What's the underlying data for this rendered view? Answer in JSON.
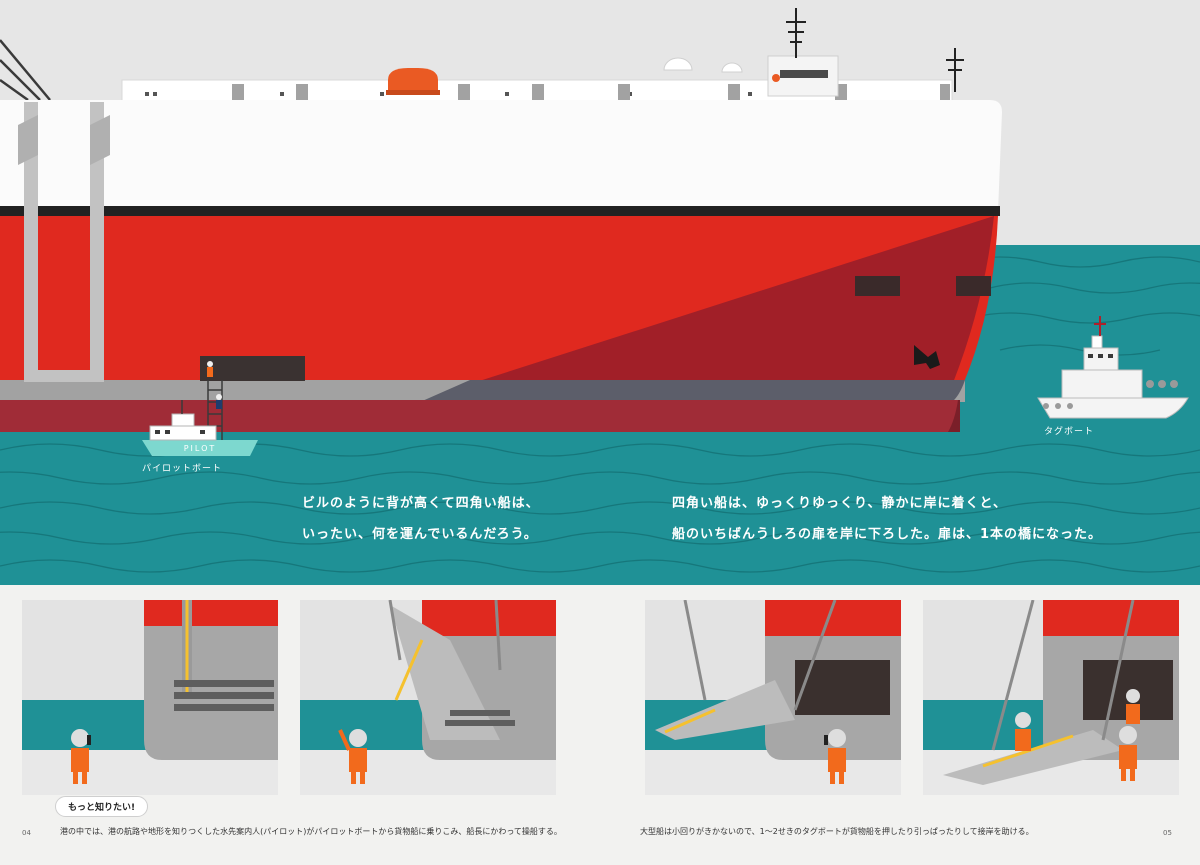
{
  "labels": {
    "pilot_boat": "パイロットボート",
    "tugboat": "タグボート",
    "pilot_hull_text": "PILOT"
  },
  "paragraphs": {
    "left": [
      "ビルのように背が高くて四角い船は、",
      "いったい、何を運んでいるんだろう。"
    ],
    "right": [
      "四角い船は、ゆっくりゆっくり、静かに岸に着くと、",
      "船のいちばんうしろの扉を岸に下ろした。扉は、1本の橋になった。"
    ]
  },
  "footer": {
    "more_badge": "もっと知りたい!",
    "note_left": "港の中では、港の航路や地形を知りつくした水先案内人(パイロット)がパイロットボートから貨物船に乗りこみ、船長にかわって操船する。",
    "note_right": "大型船は小回りがきかないので、1〜2せきのタグボートが貨物船を押したり引っぱったりして接岸を助ける。",
    "page_left": "04",
    "page_right": "05"
  },
  "colors": {
    "sky": "#e6e6e6",
    "sea": "#1f9196",
    "hull_red": "#e0291f",
    "hull_white": "#fbfbfb",
    "hull_gray": "#a2a2a2",
    "worker_orange": "#f26a1c",
    "ramp_yellow": "#f5c12e"
  },
  "icons": [
    "anchor-icon",
    "lifeboat-icon",
    "radar-dome-icon",
    "mast-icon",
    "worker-icon",
    "helmet-icon"
  ]
}
